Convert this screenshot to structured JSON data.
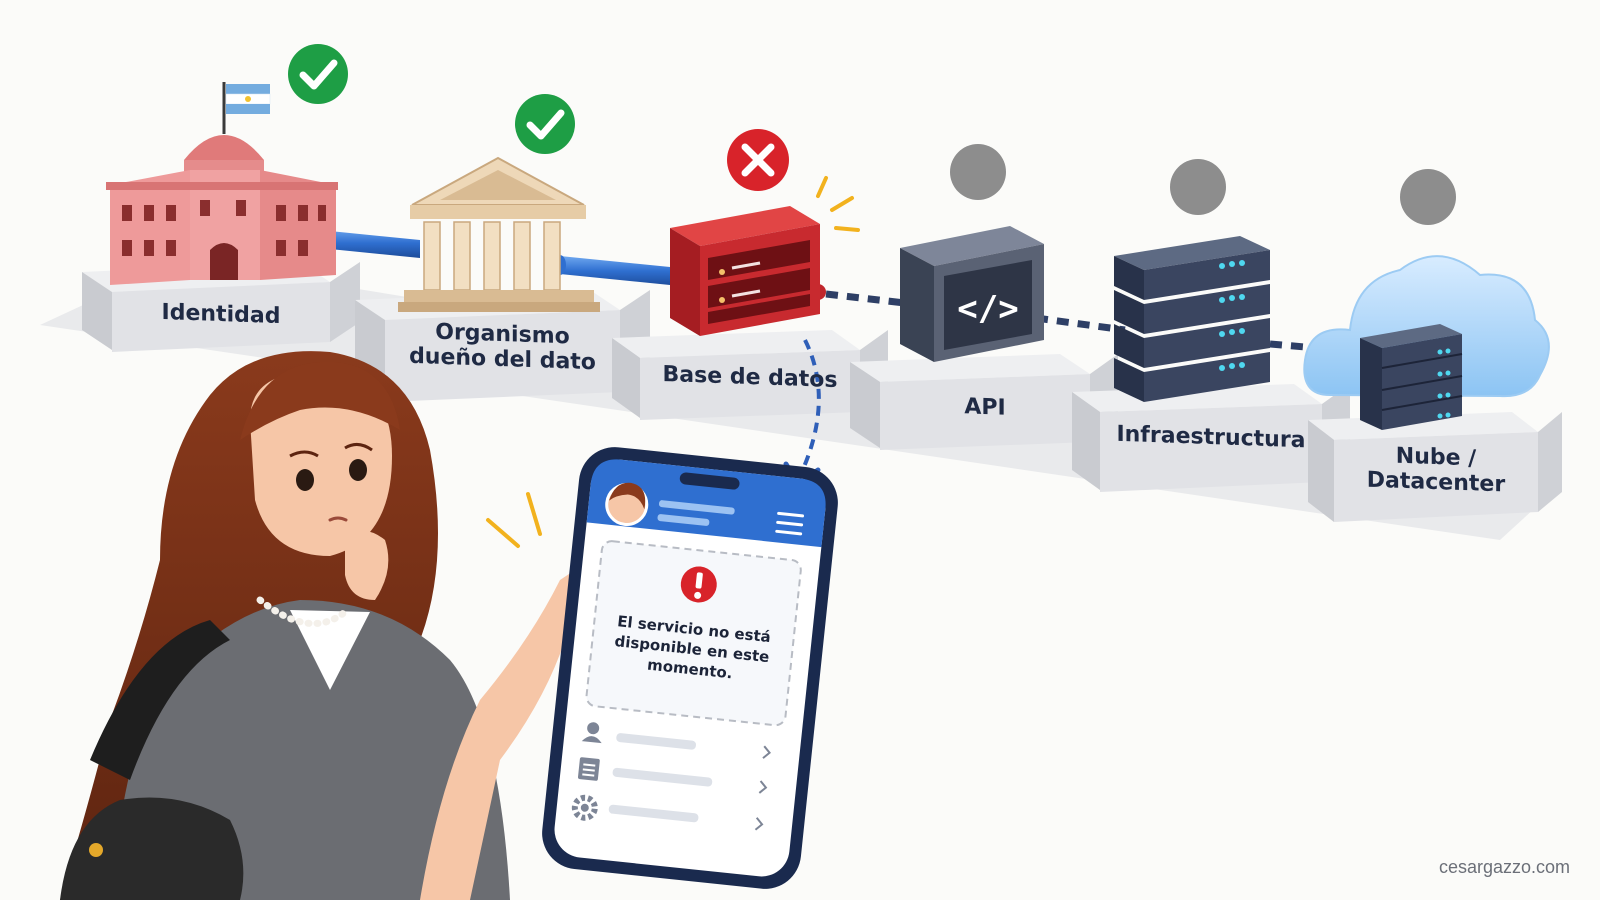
{
  "chain": {
    "nodes": [
      {
        "label": "Identidad",
        "status": "ok"
      },
      {
        "label": "Organismo\ndueño del dato",
        "status": "ok"
      },
      {
        "label": "Base de datos",
        "status": "error"
      },
      {
        "label": "API",
        "status": "pending"
      },
      {
        "label": "Infraestructura",
        "status": "pending"
      },
      {
        "label": "Nube /\nDatacenter",
        "status": "pending"
      }
    ]
  },
  "phone": {
    "error_message_lines": [
      "El servicio no está",
      "disponible en este",
      "momento."
    ],
    "menu_items": [
      "user-icon",
      "document-icon",
      "gear-icon"
    ]
  },
  "colors": {
    "ok": "#1e9e45",
    "error": "#d8232a",
    "pending": "#8d8d8d",
    "accent_blue": "#2f6fd0",
    "flag": [
      "#74acdf",
      "#ffffff",
      "#74acdf"
    ]
  },
  "credit": "cesargazzo.com"
}
